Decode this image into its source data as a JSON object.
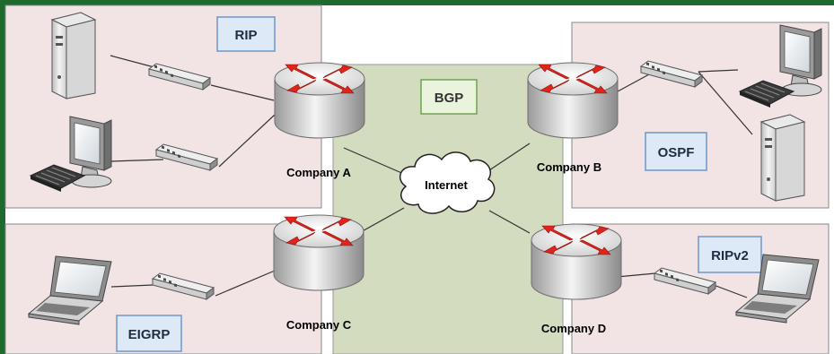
{
  "colors": {
    "frame_green": "#1f6a2e",
    "region_fill": "#f2e4e4",
    "internet_zone": "#d3dcbf",
    "protocol_fill": "#dde9f7",
    "protocol_border": "#6e96c8",
    "bgp_fill": "#eaf3dc",
    "bgp_border": "#6ea34f",
    "router_arrow": "#e2231a"
  },
  "internet": {
    "label": "Internet",
    "protocol": "BGP"
  },
  "sites": [
    {
      "id": "a",
      "router_label": "Company A",
      "protocol": "RIP",
      "devices": [
        "server-icon",
        "switch-icon",
        "desktop-icon",
        "keyboard-icon",
        "switch-icon"
      ]
    },
    {
      "id": "b",
      "router_label": "Company B",
      "protocol": "OSPF",
      "devices": [
        "switch-icon",
        "desktop-icon",
        "keyboard-icon",
        "server-icon"
      ]
    },
    {
      "id": "c",
      "router_label": "Company C",
      "protocol": "EIGRP",
      "devices": [
        "laptop-icon",
        "switch-icon"
      ]
    },
    {
      "id": "d",
      "router_label": "Company D",
      "protocol": "RIPv2",
      "devices": [
        "switch-icon",
        "laptop-icon"
      ]
    }
  ]
}
